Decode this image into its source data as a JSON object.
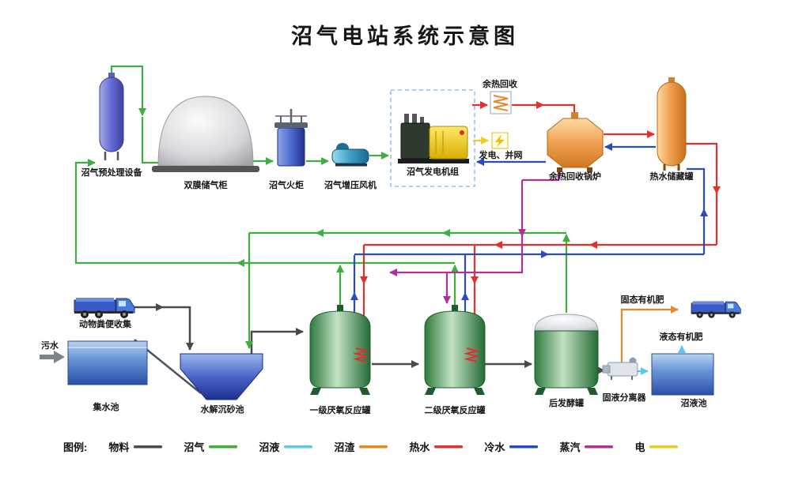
{
  "title": "沼气电站系统示意图",
  "equipment": {
    "pretreatment": "沼气预处理设备",
    "gas_holder": "双膜储气柜",
    "flare": "沼气火炬",
    "booster_fan": "沼气增压风机",
    "generator": "沼气发电机组",
    "grid": "发电、并网",
    "heat_recovery": "余热回收",
    "heat_boiler": "余热回收锅炉",
    "hot_water_tank": "热水储藏罐",
    "manure_collection": "动物粪便收集",
    "sewage": "污水",
    "collection_pool": "集水池",
    "hydrolysis_tank": "水解沉砂池",
    "primary_reactor": "一级厌氧反应罐",
    "secondary_reactor": "二级厌氧反应罐",
    "post_fermenter": "后发酵罐",
    "separator": "固液分离器",
    "slurry_pool": "沼液池",
    "solid_fertilizer": "固态有机肥",
    "liquid_fertilizer": "液态有机肥"
  },
  "colors": {
    "material": "#4a4a4a",
    "biogas": "#3fae3f",
    "slurry": "#5fc8e8",
    "residue": "#e8882a",
    "hot_water": "#e03030",
    "cold_water": "#2a4ac0",
    "steam": "#b03098",
    "electricity": "#e8d020"
  },
  "legend": {
    "label": "图例:",
    "items": [
      {
        "name": "物料",
        "color": "#4a4a4a"
      },
      {
        "name": "沼气",
        "color": "#3fae3f"
      },
      {
        "name": "沼液",
        "color": "#5fc8e8"
      },
      {
        "name": "沼渣",
        "color": "#e8882a"
      },
      {
        "name": "热水",
        "color": "#e03030"
      },
      {
        "name": "冷水",
        "color": "#2a4ac0"
      },
      {
        "name": "蒸汽",
        "color": "#b03098"
      },
      {
        "name": "电",
        "color": "#e8d020"
      }
    ]
  }
}
